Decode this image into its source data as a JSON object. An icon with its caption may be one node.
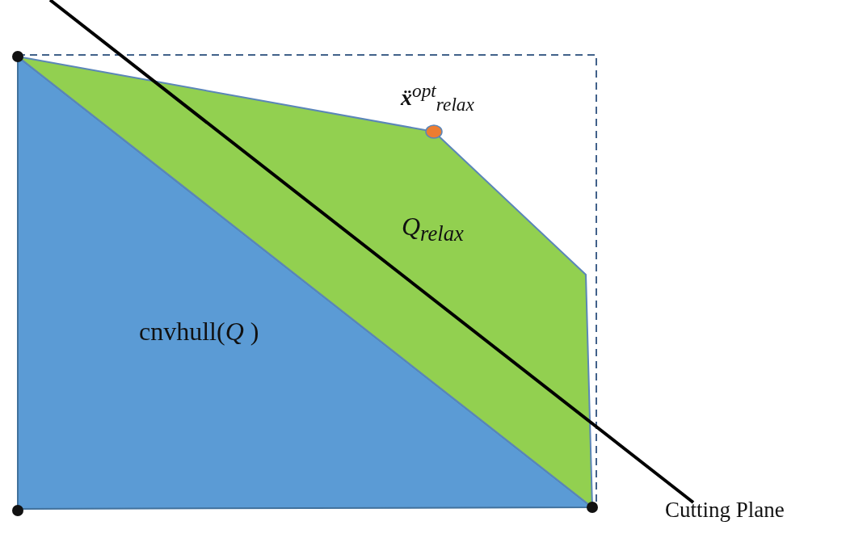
{
  "diagram": {
    "nodes": [
      {
        "text": [
          "Q$_{relax}$"
        ]
      },
      {
        "text": [
          "cnvhull(*Q* )"
        ]
      },
      {
        "text": [],
        "shape": "circle"
      }
    ],
    "labels": [
      "**ẍ**$^{opt}$$_{relax}$",
      "Cutting Plane"
    ]
  }
}
